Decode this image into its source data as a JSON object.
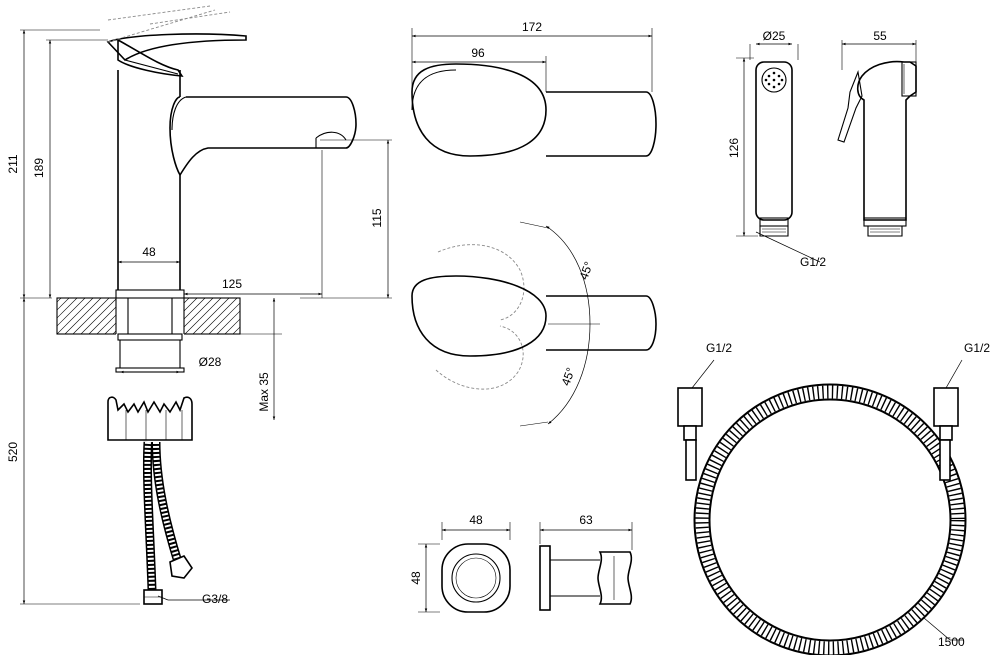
{
  "drawing": {
    "faucet_side": {
      "height_total": "211",
      "height_spout_top": "189",
      "spout_height": "115",
      "body_diameter": "48",
      "spout_reach": "125",
      "shank_diameter": "Ø28",
      "counter_max": "Max 35",
      "hose_length": "520",
      "hose_thread": "G3/8"
    },
    "faucet_top": {
      "overall_length": "172",
      "lever_length": "96"
    },
    "lever_rotation": {
      "angle_up": "45°",
      "angle_down": "45°"
    },
    "hand_shower": {
      "head_diameter": "Ø25",
      "length": "126",
      "thread": "G1/2",
      "side_width": "55"
    },
    "wall_holder": {
      "width": "48",
      "height": "48",
      "depth": "63"
    },
    "shower_hose": {
      "thread_left": "G1/2",
      "thread_right": "G1/2",
      "length": "1500"
    }
  }
}
